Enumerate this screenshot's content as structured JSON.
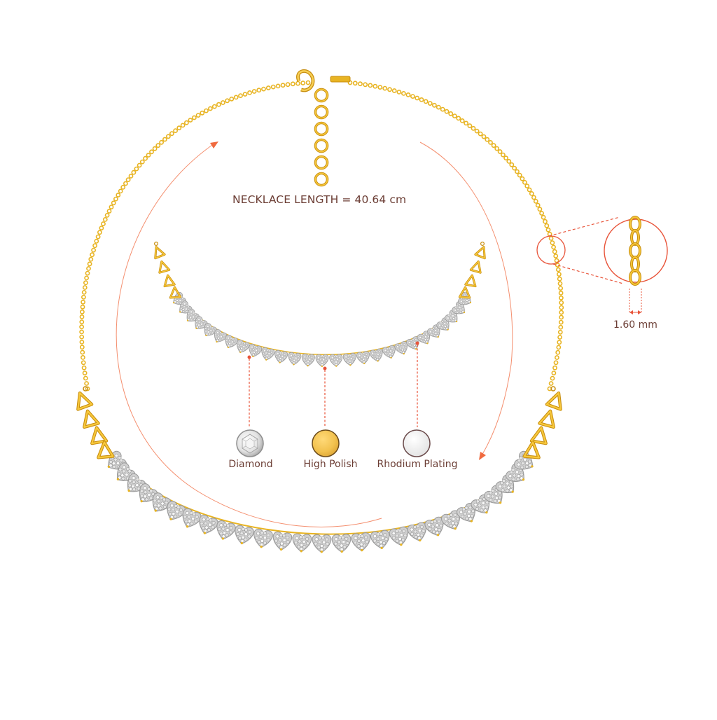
{
  "annotations": {
    "necklace_length": "NECKLACE LENGTH = 40.64 cm",
    "chain_width": "1.60 mm"
  },
  "materials": [
    {
      "label": "Diamond",
      "icon": "diamond-icon",
      "color": "#e6e6e6"
    },
    {
      "label": "High Polish",
      "icon": "gold-swatch-icon",
      "color": "#f2c24f"
    },
    {
      "label": "Rhodium Plating",
      "icon": "rhodium-swatch-icon",
      "color": "#eeeeee"
    }
  ],
  "colors": {
    "gold": "#e8b423",
    "gold_dark": "#c78d0e",
    "accent": "#f06a3f",
    "text": "#6b3d34",
    "diamond": "#d7d7d7"
  }
}
